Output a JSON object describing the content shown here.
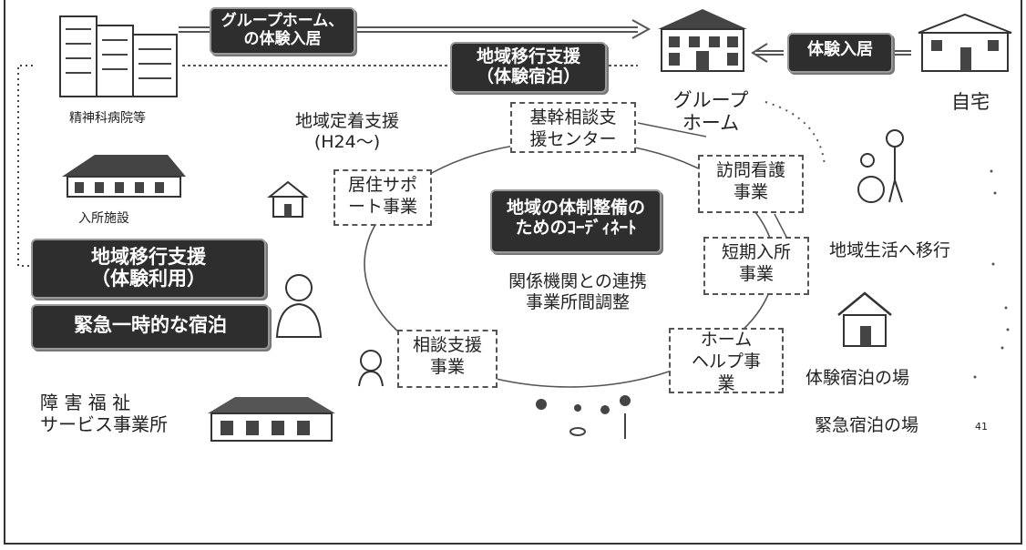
{
  "top": {
    "gh_trial_label": "グループホーム、\nの体験入居",
    "transition_stay_label": "地域移行支援\n（体験宿泊）",
    "home_trial_label": "体験入居"
  },
  "locations": {
    "hospital": "精神科病院等",
    "facility": "入所施設",
    "group_home": "グループ\nホーム",
    "home": "自宅",
    "welfare_office": "障 害 福 祉\nサービス事業所",
    "community_life": "地域生活へ移行",
    "trial_stay_place": "体験宿泊の場",
    "emergency_stay_place": "緊急宿泊の場"
  },
  "left": {
    "transition_use_label": "地域移行支援\n（体験利用）",
    "emergency_label": "緊急一時的な宿泊"
  },
  "center": {
    "settlement_support": "地域定着支援\n(H24～)",
    "core_center": "基幹相談支\n援センター",
    "coordinate": "地域の体制整備の\nためのｺｰﾃﾞｨﾈｰﾄ",
    "cooperation": "関係機関との連携\n事業所間調整"
  },
  "nodes": {
    "residence_support": "居住サポ\nート事業",
    "home_nursing": "訪問看護\n事業",
    "short_stay": "短期入所\n事業",
    "home_help": "ホーム\nヘルプ事\n業",
    "consultation": "相談支援\n事業"
  },
  "page_number": "41"
}
